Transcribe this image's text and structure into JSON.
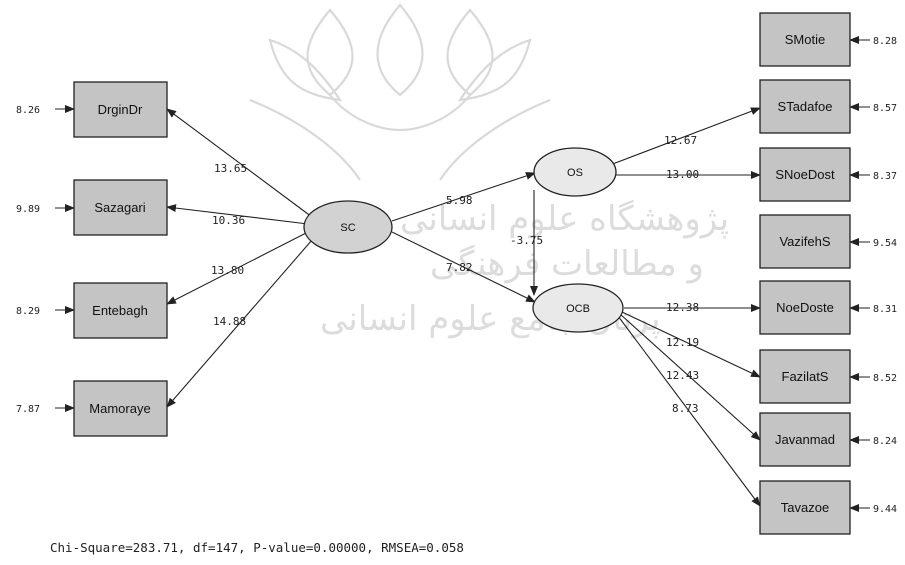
{
  "diagram": {
    "latent": {
      "sc": {
        "label": "SC"
      },
      "os": {
        "label": "OS"
      },
      "ocb": {
        "label": "OCB"
      }
    },
    "left_indicators": [
      {
        "label": "DrginDr",
        "error": "8.26",
        "coef": "13.65"
      },
      {
        "label": "Sazagari",
        "error": "9.89",
        "coef": "10.36"
      },
      {
        "label": "Entebagh",
        "error": "8.29",
        "coef": "13.80"
      },
      {
        "label": "Mamoraye",
        "error": "7.87",
        "coef": "14.88"
      }
    ],
    "right_indicators": [
      {
        "label": "SMotie",
        "error": "8.28"
      },
      {
        "label": "STadafoe",
        "error": "8.57",
        "coef": "12.67"
      },
      {
        "label": "SNoeDost",
        "error": "8.37",
        "coef": "13.00"
      },
      {
        "label": "VazifehS",
        "error": "9.54"
      },
      {
        "label": "NoeDoste",
        "error": "8.31",
        "coef": "12.38"
      },
      {
        "label": "FazilatS",
        "error": "8.52",
        "coef": "12.19"
      },
      {
        "label": "Javanmad",
        "error": "8.24",
        "coef": "12.43"
      },
      {
        "label": "Tavazoe",
        "error": "9.44",
        "coef": "8.73"
      }
    ],
    "structural": {
      "sc_to_os": "5.98",
      "sc_to_ocb": "7.82",
      "os_to_ocb": "-3.75"
    },
    "fit_stats": "Chi-Square=283.71, df=147, P-value=0.00000, RMSEA=0.058"
  }
}
